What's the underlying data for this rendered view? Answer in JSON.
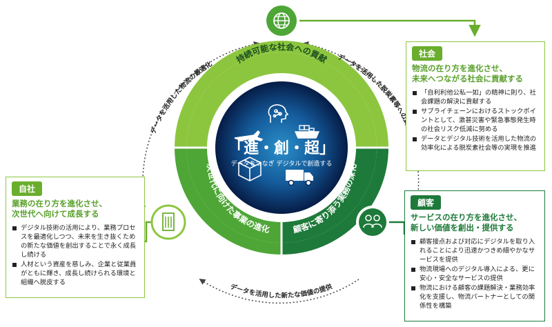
{
  "center": {
    "title": "「進・創・超」",
    "subtitle": "データをつなぎ デジタルで創造する",
    "icons": [
      "airplane-icon",
      "ai-head-icon",
      "cargo-ship-icon",
      "package-box-icon",
      "delivery-truck-icon"
    ]
  },
  "ring": {
    "top": "持続可能な社会への貢献",
    "left": "次世代に向けた事業の進化",
    "right": "顧客に寄り添う実務の深化"
  },
  "outer_labels": {
    "top_left": "データを活用した物流の最適化",
    "top_right": "データを活用した脱炭素等への貢献",
    "bottom": "データを活用した新たな価値の提供"
  },
  "nodes": {
    "society_icon": "globe-icon",
    "company_icon": "building-icon",
    "customer_icon": "people-icon"
  },
  "panels": {
    "society": {
      "tag": "社会",
      "title_line1": "物流の在り方を進化させ、",
      "title_line2": "未来へつながる社会に貢献する",
      "items": [
        "「自利利他公私一如」の精神に則り、社会課題の解決に貢献する",
        "サプライチェーンにおけるストックポイントとして、激甚災害や緊急事態発生時の社会リスク低減に努める",
        "データとデジタル技術を活用した物流の効率化による脱炭素社会等の実現を推進"
      ]
    },
    "company": {
      "tag": "自社",
      "title_line1": "業務の在り方を進化させ、",
      "title_line2": "次世代へ向けて成長する",
      "items": [
        "デジタル技術の活用により、業務プロセスを最適化しつつ、未来を生き抜くための新たな価値を創出することで永く成長し続ける",
        "人材という資産を慈しみ、企業と従業員がともに輝き、成長し続けられる環境と組織へ脱皮する"
      ]
    },
    "customer": {
      "tag": "顧客",
      "title_line1": "サービスの在り方を進化させ、",
      "title_line2": "新しい価値を創出・提供する",
      "items": [
        "顧客接点および対応にデジタルを取り入れることにより迅速かつきめ細やかなサービスを提供",
        "物流現場へのデジタル導入による、更に安心・安全なサービスの提供",
        "物流における顧客の課題解決・業務効率化を支援し、物流パートナーとしての関係性を構築"
      ]
    }
  },
  "colors": {
    "lime": "#8cc63f",
    "mid_green": "#4ea636",
    "dark_green": "#1e7a3a",
    "center_blue": "#0a2a5c"
  }
}
